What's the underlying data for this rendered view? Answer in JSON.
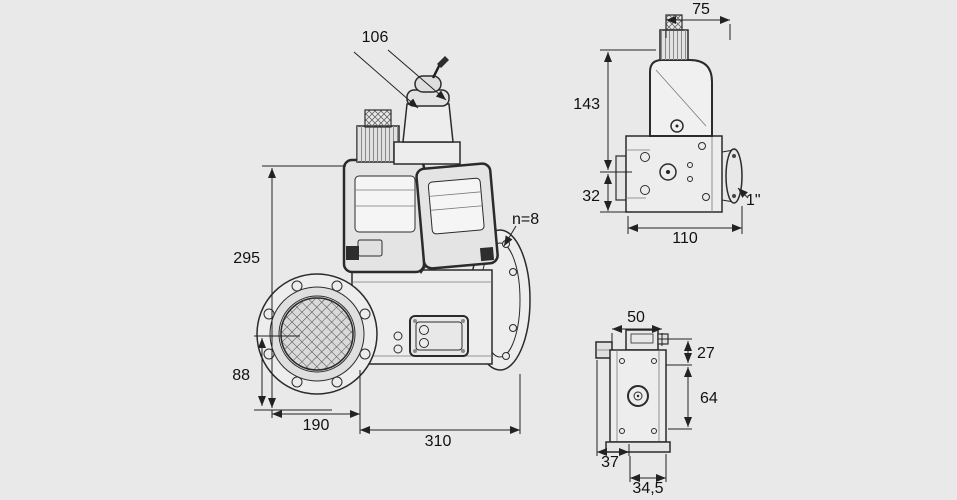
{
  "colors": {
    "background": "#e9e9e9",
    "line": "#222222"
  },
  "main_view": {
    "dim_diagonal": "106",
    "dim_height": "295",
    "dim_flange_center_height": "88",
    "dim_width_left": "190",
    "dim_width_total": "310",
    "bolt_count_label": "n=8"
  },
  "side_view": {
    "dim_width_top": "75",
    "dim_height_upper": "143",
    "dim_height_lower": "32",
    "dim_width_bottom": "110",
    "connection_label": "1\""
  },
  "small_view": {
    "dim_width_top": "50",
    "dim_height_upper": "27",
    "dim_height_lower": "64",
    "dim_depth": "37",
    "dim_width_bottom": "34,5"
  }
}
